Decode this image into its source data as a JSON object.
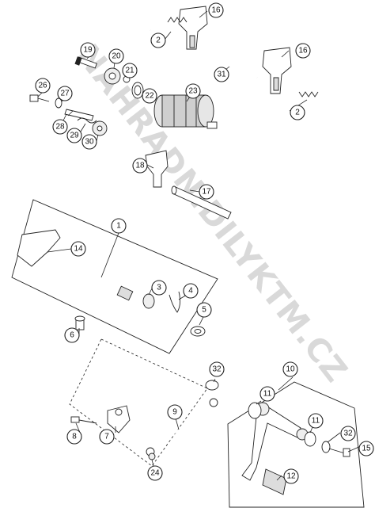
{
  "watermark": "NAHRADNIDILYKTM.CZ",
  "callouts": {
    "c1": "1",
    "c2a": "2",
    "c2b": "2",
    "c3": "3",
    "c4": "4",
    "c5": "5",
    "c6": "6",
    "c7": "7",
    "c8": "8",
    "c9": "9",
    "c10": "10",
    "c11a": "11",
    "c11b": "11",
    "c12": "12",
    "c14": "14",
    "c15": "15",
    "c16a": "16",
    "c16b": "16",
    "c17": "17",
    "c18": "18",
    "c19": "19",
    "c20": "20",
    "c21": "21",
    "c22": "22",
    "c23": "23",
    "c24": "24",
    "c26": "26",
    "c27": "27",
    "c28": "28",
    "c29": "29",
    "c30": "30",
    "c31": "31",
    "c32a": "32",
    "c32b": "32"
  }
}
